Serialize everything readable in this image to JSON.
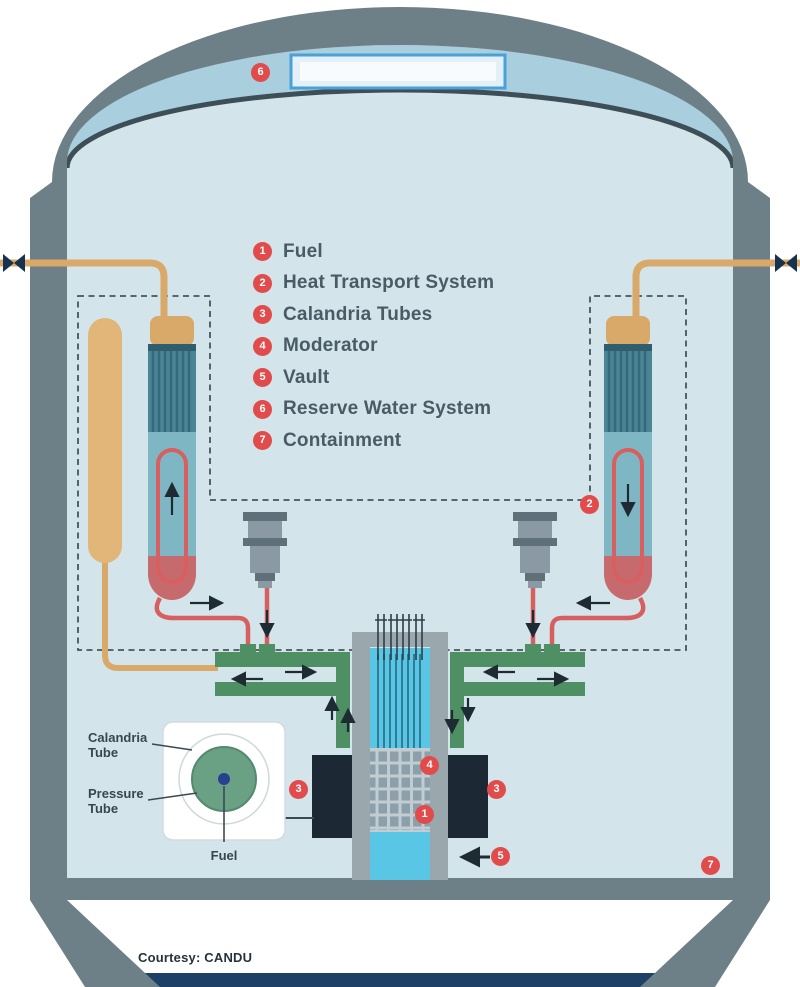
{
  "legend": {
    "items": [
      {
        "num": "1",
        "label": "Fuel"
      },
      {
        "num": "2",
        "label": "Heat Transport System"
      },
      {
        "num": "3",
        "label": "Calandria Tubes"
      },
      {
        "num": "4",
        "label": "Moderator"
      },
      {
        "num": "5",
        "label": "Vault"
      },
      {
        "num": "6",
        "label": "Reserve Water System"
      },
      {
        "num": "7",
        "label": "Containment"
      }
    ]
  },
  "markers": {
    "fuel": "1",
    "heat_transport": "2",
    "calandria_left": "3",
    "calandria_right": "3",
    "moderator": "4",
    "vault": "5",
    "reserve_water": "6",
    "containment": "7"
  },
  "inset": {
    "calandria_tube": "Calandria\nTube",
    "pressure_tube": "Pressure\nTube",
    "fuel": "Fuel"
  },
  "footer": {
    "credit": "Courtesy: CANDU"
  },
  "palette": {
    "containment_gray": "#6d8088",
    "interior_blue": "#d3e5eb",
    "dome_band_blue": "#a9cedd",
    "accent_red": "#e14b4b",
    "pipe_tan": "#d9a96a",
    "pipe_red": "#d85f5f",
    "header_green": "#4e8f63",
    "water_cyan": "#5ac6e6",
    "vault_dark": "#1c2833",
    "basemat_navy": "#1e3f66",
    "tank_border_blue": "#4aa0d8",
    "text_dark": "#4a5b66"
  }
}
